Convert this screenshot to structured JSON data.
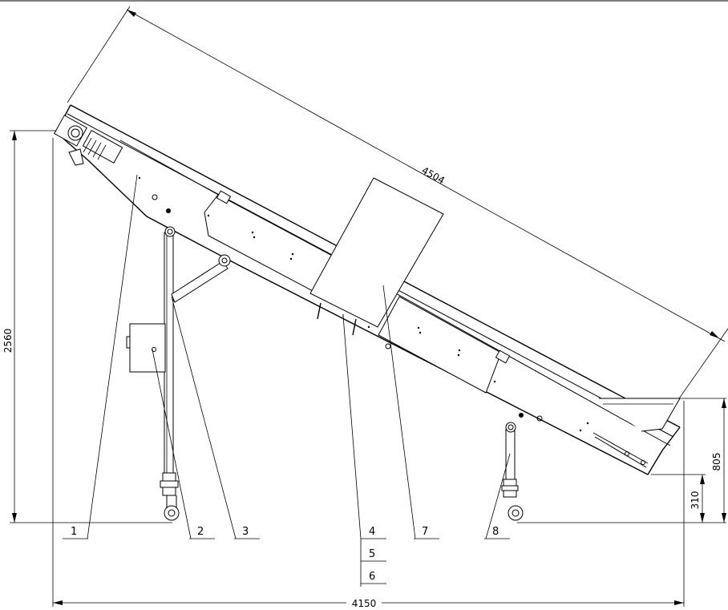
{
  "dimensions": {
    "slant_length": "4504",
    "total_height": "2560",
    "total_length": "4150",
    "discharge_height": "805",
    "discharge_offset": "310"
  },
  "callouts": [
    "1",
    "2",
    "3",
    "4",
    "5",
    "6",
    "7",
    "8"
  ]
}
